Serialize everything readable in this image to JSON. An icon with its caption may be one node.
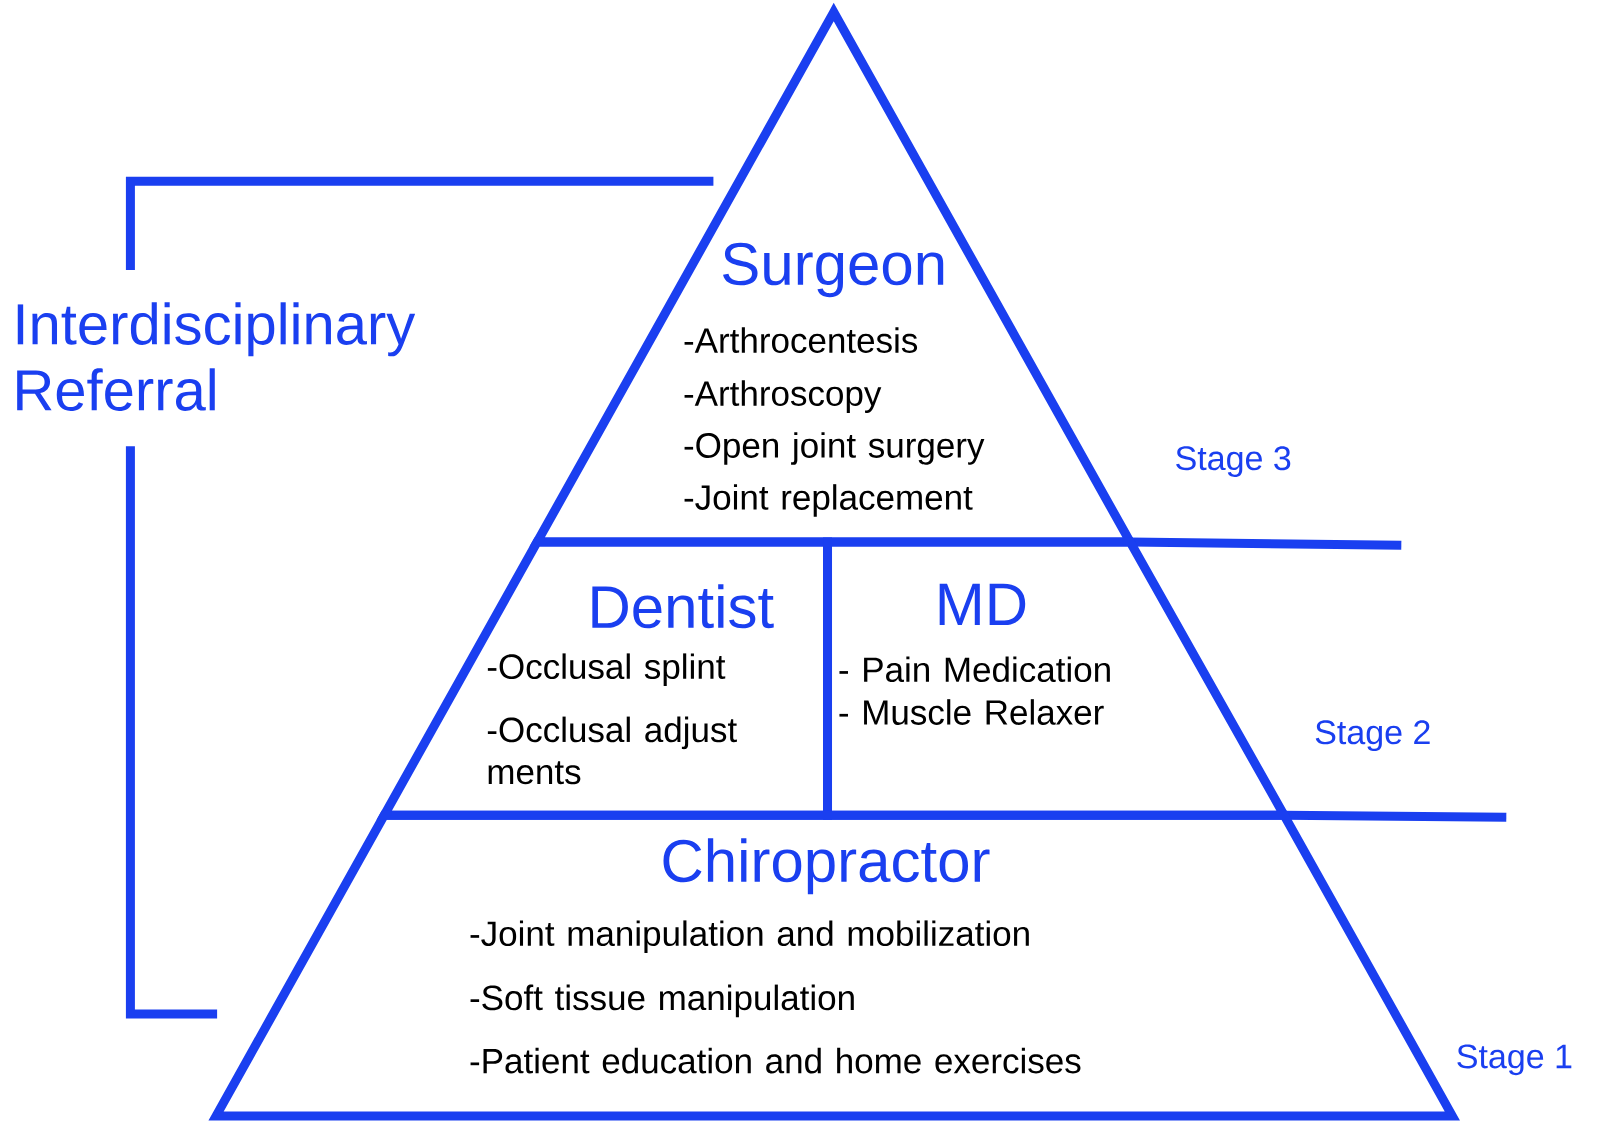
{
  "diagram": {
    "nodes": [
      {
        "text": [
          "Surgeon",
          "-Arthrocentesis",
          "-Arthroscopy",
          "-Open joint surgery",
          "-Joint replacement"
        ]
      },
      {
        "text": [
          "Dentist",
          "-Occlusal splint",
          "-Occlusal adjust ments"
        ]
      },
      {
        "text": [
          "MD",
          "- Pain Medication",
          "- Muscle Relaxer"
        ]
      },
      {
        "text": [
          "Chiropractor",
          "-Joint manipulation and mobilization",
          "-Soft tissue manipulation",
          "-Patient education and home exercises"
        ]
      }
    ],
    "edges": [],
    "labels": [
      "Interdisciplinary Referral",
      "Stage 3",
      "Stage 2",
      "Stage 1"
    ]
  }
}
